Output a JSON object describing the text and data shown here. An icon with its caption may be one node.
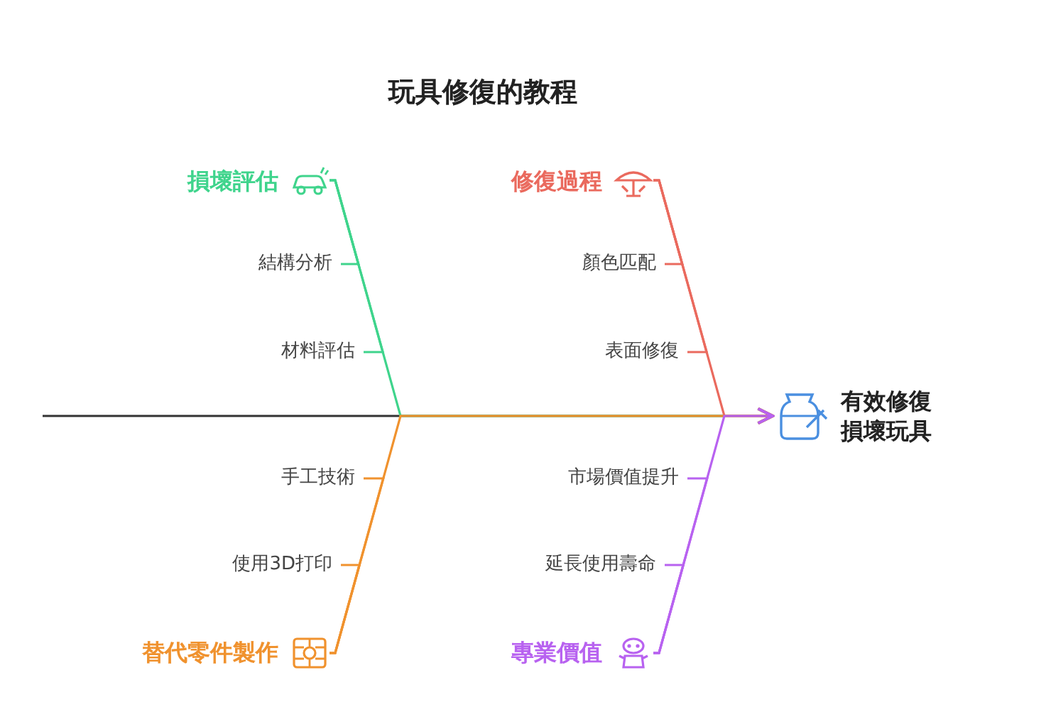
{
  "diagram": {
    "title": "玩具修復的教程",
    "nodes": [
      {
        "text": [
          "損壞評估"
        ]
      },
      {
        "text": [
          "結構分析"
        ]
      },
      {
        "text": [
          "材料評估"
        ]
      },
      {
        "text": [
          "修復過程"
        ]
      },
      {
        "text": [
          "顏色匹配"
        ]
      },
      {
        "text": [
          "表面修復"
        ]
      },
      {
        "text": [
          "有效修復損壞玩具"
        ]
      },
      {
        "text": [
          "手工技術"
        ]
      },
      {
        "text": [
          "使用3D打印"
        ]
      },
      {
        "text": [
          "替代零件製作"
        ]
      },
      {
        "text": [
          "市場價值提升"
        ]
      },
      {
        "text": [
          "延長使用壽命"
        ]
      },
      {
        "text": [
          "專業價值"
        ]
      }
    ],
    "edges": [
      {
        "from": null,
        "to": 6,
        "arrow": "to",
        "color": "#333333"
      },
      {
        "from": 0,
        "to": 6,
        "arrow": "to",
        "color": "#3fd48c"
      },
      {
        "from": 3,
        "to": 6,
        "arrow": "to",
        "color": "#ea6a5e"
      },
      {
        "from": 9,
        "to": 6,
        "arrow": "to",
        "color": "#f0922e"
      },
      {
        "from": 12,
        "to": 6,
        "arrow": "to",
        "color": "#b862f0"
      },
      {
        "from": 1,
        "to": 0,
        "arrow": "none",
        "color": "#3fd48c"
      },
      {
        "from": 2,
        "to": 0,
        "arrow": "none",
        "color": "#3fd48c"
      },
      {
        "from": 4,
        "to": 3,
        "arrow": "none",
        "color": "#ea6a5e"
      },
      {
        "from": 5,
        "to": 3,
        "arrow": "none",
        "color": "#ea6a5e"
      },
      {
        "from": 7,
        "to": 9,
        "arrow": "none",
        "color": "#f0922e"
      },
      {
        "from": 8,
        "to": 9,
        "arrow": "none",
        "color": "#f0922e"
      },
      {
        "from": 10,
        "to": 12,
        "arrow": "none",
        "color": "#b862f0"
      },
      {
        "from": 11,
        "to": 12,
        "arrow": "none",
        "color": "#b862f0"
      }
    ]
  }
}
